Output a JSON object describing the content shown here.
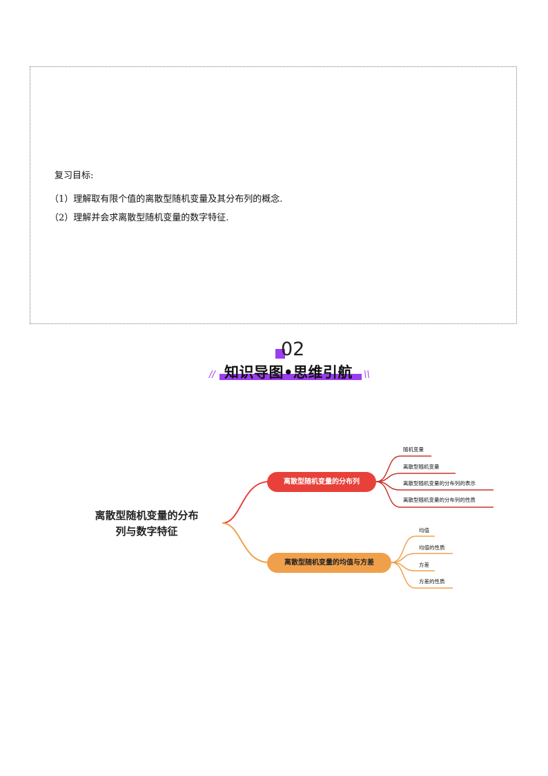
{
  "objectives": {
    "heading": "复习目标:",
    "items": [
      "（1）理解取有限个值的离散型随机变量及其分布列的概念.",
      "（2）理解并会求离散型随机变量的数字特征."
    ]
  },
  "section": {
    "number": "02",
    "title": "知识导图•思维引航",
    "deco_left": "//",
    "deco_right": "\\\\"
  },
  "mindmap": {
    "center": "离散型随机变量的分布列与数字特征",
    "branches": [
      {
        "label": "离散型随机变量的分布列",
        "color": "#e8413a",
        "leaves": [
          "随机变量",
          "离散型随机变量",
          "离散型随机变量的分布列的表示",
          "离散型随机变量的分布列的性质"
        ]
      },
      {
        "label": "离散型随机变量的均值与方差",
        "color": "#f0a04b",
        "leaves": [
          "均值",
          "均值的性质",
          "方差",
          "方差的性质"
        ]
      }
    ]
  }
}
